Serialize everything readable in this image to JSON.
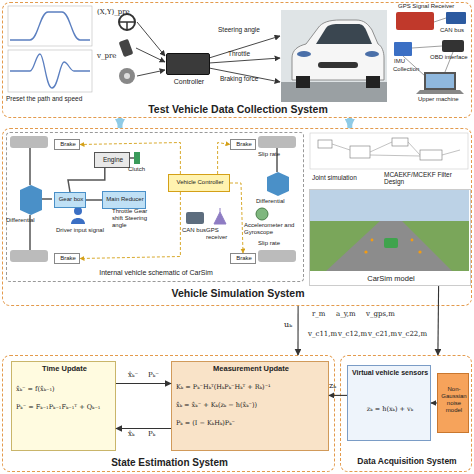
{
  "diagram": {
    "nodes": [
      {
        "text": [
          "Test Vehicle Data Collection System"
        ]
      },
      {
        "text": [
          "Controller"
        ],
        "in": 0
      },
      {
        "text": [
          "Vehicle Simulation System"
        ]
      },
      {
        "text": [
          "Internal vehicle schematic of CarSim"
        ],
        "in": 2
      },
      {
        "text": [
          "Engine"
        ],
        "in": 3
      },
      {
        "text": [
          "Gear box"
        ],
        "in": 3
      },
      {
        "text": [
          "Main Reducer"
        ],
        "in": 3
      },
      {
        "text": [
          "Vehicle Controller"
        ],
        "in": 3
      },
      {
        "text": [
          "Brake"
        ],
        "in": 3
      },
      {
        "text": [
          "Brake"
        ],
        "in": 3
      },
      {
        "text": [
          "Brake"
        ],
        "in": 3
      },
      {
        "text": [
          "Brake"
        ],
        "in": 3
      },
      {
        "text": [
          "CarSim model"
        ],
        "in": 2
      },
      {
        "text": [
          "State Estimation System"
        ]
      },
      {
        "text": [
          "Time Update",
          "x̂ₖ⁻ = f(x̂ₖ₋₁)",
          "Pₖ⁻ = Fₖ₋₁Pₖ₋₁Fₖ₋₁ᵀ + Qₖ₋₁"
        ],
        "in": 13
      },
      {
        "text": [
          "Measurement Update",
          "Kₖ = Pₖ⁻Hₖᵀ(HₖPₖ⁻Hₖᵀ + Rₖ)⁻¹",
          "x̂ₖ = x̂ₖ⁻ + Kₖ(zₖ − h(x̂ₖ⁻))",
          "Pₖ = (I − KₖHₖ)Pₖ⁻"
        ],
        "in": 13
      },
      {
        "text": [
          "Data Acquisition System"
        ]
      },
      {
        "text": [
          "Virtual vehicle sensors",
          "zₖ = h(xₖ) + vₖ"
        ],
        "in": 16
      },
      {
        "text": [
          "Non-Gaussian noise model"
        ],
        "in": 16
      }
    ],
    "edges": [
      {
        "from": 0,
        "to": 2,
        "arrow": "to"
      },
      {
        "from": 0,
        "to": 2,
        "arrow": "to"
      },
      {
        "from": 7,
        "to": 8,
        "arrow": "to"
      },
      {
        "from": 7,
        "to": 9,
        "arrow": "to"
      },
      {
        "from": 7,
        "to": 10,
        "arrow": "to"
      },
      {
        "from": 7,
        "to": 11,
        "arrow": "to"
      },
      {
        "from": 4,
        "to": 5,
        "arrow": "none"
      },
      {
        "from": 5,
        "to": 6,
        "arrow": "none"
      },
      {
        "from": 2,
        "to": 13,
        "label": "uₖ",
        "arrow": "to"
      },
      {
        "from": 12,
        "to": 16,
        "arrow": "to"
      },
      {
        "from": 17,
        "to": 15,
        "label": "zₖ",
        "arrow": "to"
      },
      {
        "from": 14,
        "to": 15,
        "arrow": "to"
      },
      {
        "from": 15,
        "to": 14,
        "arrow": "to"
      },
      {
        "from": 18,
        "to": 17,
        "arrow": "to"
      }
    ],
    "labels": [
      "(X,Y)_pre",
      "v_pre",
      "Preset the path and speed",
      "Steering angle",
      "Throttle",
      "Braking force",
      "GPS Signal Receiver",
      "CAN bus",
      "IMU",
      "OBD interface",
      "Collection",
      "Upper machine",
      "Clutch",
      "Differential",
      "Slip rate",
      "Differential",
      "Driver input signal",
      "Throttle Gear shift Steering angle",
      "CAN bus",
      "GPS receiver",
      "Accelerometer and Gyroscope",
      "Slip rate",
      "Joint simulation",
      "MCAEKF/MCEKF Filter Design",
      "r_m",
      "a_y,m",
      "v_gps,m",
      "v_c11,m",
      "v_c12,m",
      "v_c21,m",
      "v_c22,m",
      "x̂ₖ⁻",
      "Pₖ⁻",
      "x̂ₖ",
      "Pₖ"
    ]
  }
}
